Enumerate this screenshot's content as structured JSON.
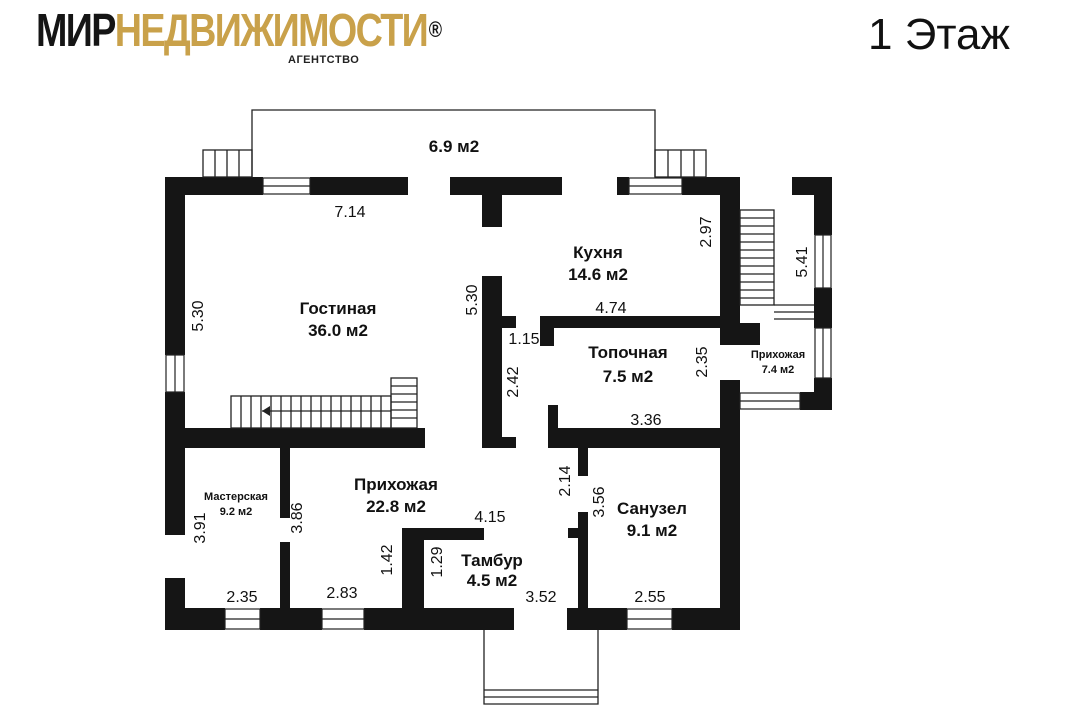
{
  "header": {
    "brand_part1": "МИР",
    "brand_part2": "НЕДВИЖИМОСТИ",
    "brand_reg": "®",
    "brand_sub": "АГЕНТСТВО",
    "floor_title": "1 Этаж"
  },
  "colors": {
    "wall": "#151515",
    "brand_gold": "#c9a14a",
    "line": "#222222"
  },
  "rooms": {
    "terrace": {
      "name": "",
      "area": "6.9 м2"
    },
    "living": {
      "name": "Гостиная",
      "area": "36.0 м2"
    },
    "kitchen": {
      "name": "Кухня",
      "area": "14.6 м2"
    },
    "boiler": {
      "name": "Топочная",
      "area": "7.5 м2"
    },
    "hall_small": {
      "name": "Прихожая",
      "area": "7.4 м2"
    },
    "workshop": {
      "name": "Мастерская",
      "area": "9.2 м2"
    },
    "hall": {
      "name": "Прихожая",
      "area": "22.8 м2"
    },
    "vestibule": {
      "name": "Тамбур",
      "area": "4.5 м2"
    },
    "bathroom": {
      "name": "Санузел",
      "area": "9.1 м2"
    }
  },
  "dimensions": {
    "d_714": "7.14",
    "d_530a": "5.30",
    "d_530b": "5.30",
    "d_297": "2.97",
    "d_541": "5.41",
    "d_474": "4.74",
    "d_115": "1.15",
    "d_242": "2.42",
    "d_235a": "2.35",
    "d_336": "3.36",
    "d_214": "2.14",
    "d_356": "3.56",
    "d_391": "3.91",
    "d_386": "3.86",
    "d_415": "4.15",
    "d_142": "1.42",
    "d_129": "1.29",
    "d_235b": "2.35",
    "d_283": "2.83",
    "d_352": "3.52",
    "d_255": "2.55"
  }
}
